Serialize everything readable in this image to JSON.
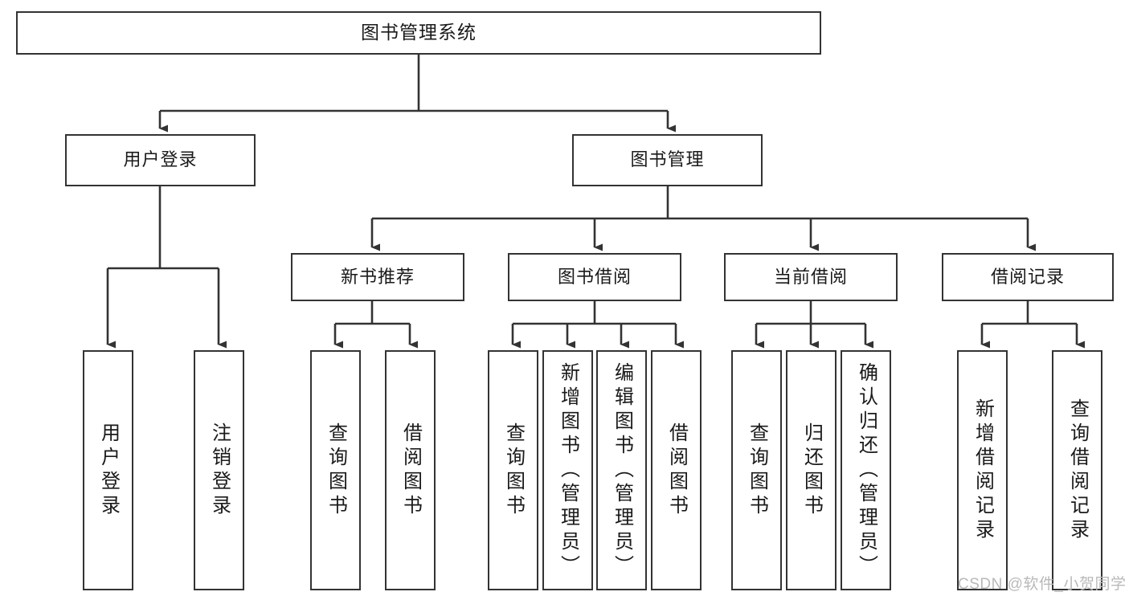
{
  "diagram": {
    "title": "图书管理系统",
    "type": "hierarchy-tree",
    "root": {
      "id": "root",
      "label": "图书管理系统"
    },
    "level2": [
      {
        "id": "user-login",
        "label": "用户登录"
      },
      {
        "id": "book-manage",
        "label": "图书管理"
      }
    ],
    "level3": [
      {
        "id": "new-book-rec",
        "label": "新书推荐"
      },
      {
        "id": "book-borrow",
        "label": "图书借阅"
      },
      {
        "id": "current-borrow",
        "label": "当前借阅"
      },
      {
        "id": "borrow-record",
        "label": "借阅记录"
      }
    ],
    "leaves": {
      "user_login": [
        {
          "id": "leaf-user-login",
          "label": "用户登录"
        },
        {
          "id": "leaf-user-logout",
          "label": "注销登录"
        }
      ],
      "new_book_rec": [
        {
          "id": "leaf-query-book-1",
          "label": "查询图书"
        },
        {
          "id": "leaf-borrow-book-1",
          "label": "借阅图书"
        }
      ],
      "book_borrow": [
        {
          "id": "leaf-query-book-2",
          "label": "查询图书"
        },
        {
          "id": "leaf-add-book",
          "label": "新增图书（管理员）"
        },
        {
          "id": "leaf-edit-book",
          "label": "编辑图书（管理员）"
        },
        {
          "id": "leaf-borrow-book-2",
          "label": "借阅图书"
        }
      ],
      "current_borrow": [
        {
          "id": "leaf-query-book-3",
          "label": "查询图书"
        },
        {
          "id": "leaf-return-book",
          "label": "归还图书"
        },
        {
          "id": "leaf-confirm-return",
          "label": "确认归还（管理员）"
        }
      ],
      "borrow_record": [
        {
          "id": "leaf-add-record",
          "label": "新增借阅记录"
        },
        {
          "id": "leaf-query-record",
          "label": "查询借阅记录"
        }
      ]
    },
    "colors": {
      "stroke": "#333333",
      "fill": "#ffffff",
      "text": "#1a1a1a",
      "watermark": "#b9b9b9"
    }
  },
  "watermark": {
    "text": "CSDN @软件_小贺同学"
  }
}
